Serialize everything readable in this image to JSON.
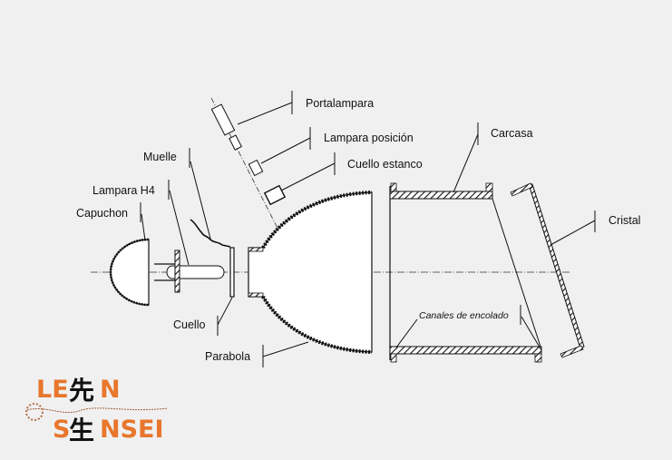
{
  "diagram": {
    "labels": {
      "portalampara": "Portalampara",
      "lampara_posicion": "Lampara posición",
      "cuello_estanco": "Cuello estanco",
      "carcasa": "Carcasa",
      "cristal": "Cristal",
      "muelle": "Muelle",
      "lampara_h4": "Lampara H4",
      "capuchon": "Capuchon",
      "cuello": "Cuello",
      "parabola": "Parabola",
      "canales_de_encolado": "Canales de encolado"
    }
  },
  "logo": {
    "line1_a": "LE",
    "line1_kanji": "先",
    "line1_b": "N",
    "line2_a": "S",
    "line2_kanji": "生",
    "line2_b": "NSEI",
    "accent_color": "#e8762c"
  }
}
